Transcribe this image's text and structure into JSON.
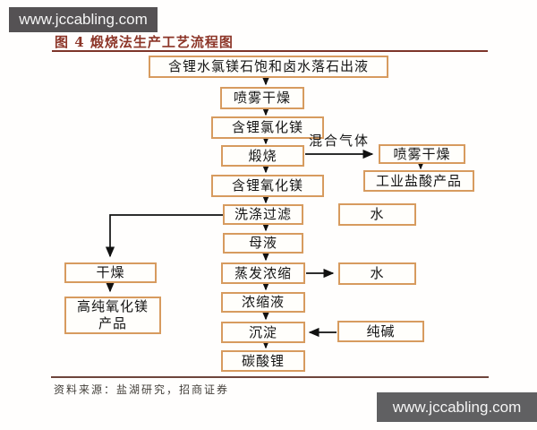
{
  "watermarks": {
    "top": "www.jccabling.com",
    "bottom": "www.jccabling.com"
  },
  "figure": {
    "title": "图 4 煅烧法生产工艺流程图",
    "source_note": "资料来源：盐湖研究，招商证券"
  },
  "flowchart": {
    "nodes": {
      "feed": "含锂水氯镁石饱和卤水落石出液",
      "spray_dry_1": "喷雾干燥",
      "li_mgcl2": "含锂氯化镁",
      "calcination": "煅烧",
      "li_mgo": "含锂氧化镁",
      "wash_filter": "洗涤过滤",
      "water_1": "水",
      "mother_liquor": "母液",
      "evaporation": "蒸发浓缩",
      "water_2": "水",
      "concentrate": "浓缩液",
      "precipitation": "沉淀",
      "soda_ash": "纯碱",
      "li2co3": "碳酸锂",
      "spray_dry_2": "喷雾干燥",
      "hcl_product": "工业盐酸产品",
      "drying": "干燥",
      "mgo_product": "高纯氧化镁产品"
    },
    "edge_labels": {
      "mixed_gas": "混合气体"
    }
  },
  "colors": {
    "box_border": "#d79b5f",
    "title_red": "#8c3528",
    "arrow": "#111111",
    "watermark_top_bg": "#555254",
    "watermark_bottom_bg": "#606062"
  }
}
